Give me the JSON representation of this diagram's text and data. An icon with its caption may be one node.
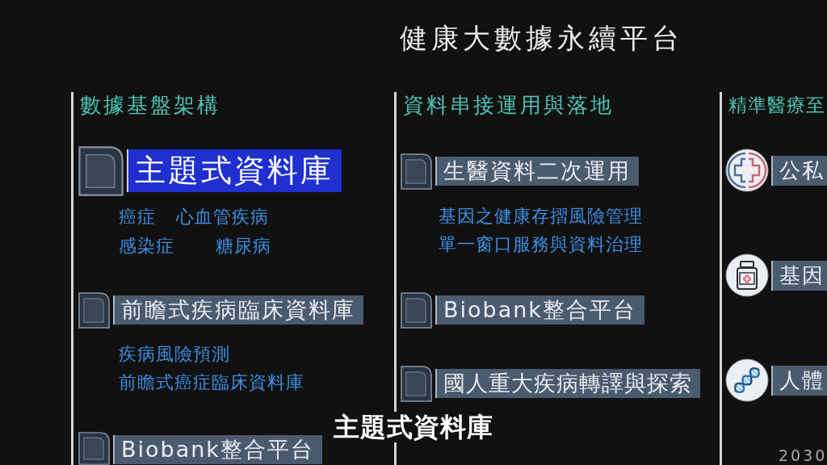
{
  "diagram": {
    "title": "健康大數據永續平台",
    "nodes": [
      {
        "text": [
          "數據基盤架構"
        ]
      },
      {
        "text": [
          "主題式資料庫"
        ],
        "in": 0,
        "beside": [
          "癌症",
          "心血管疾病",
          "感染症",
          "糖尿病"
        ]
      },
      {
        "text": [
          "前瞻式疾病臨床資料庫"
        ],
        "in": 0,
        "beside": [
          "疾病風險預測",
          "前瞻式癌症臨床資料庫"
        ]
      },
      {
        "text": [
          "Biobank整合平台"
        ],
        "in": 0
      },
      {
        "text": [
          "資料串接運用與落地"
        ]
      },
      {
        "text": [
          "生醫資料二次運用"
        ],
        "in": 4,
        "beside": [
          "基因之健康存摺風險管理",
          "單一窗口服務與資料治理"
        ]
      },
      {
        "text": [
          "Biobank整合平台"
        ],
        "in": 4
      },
      {
        "text": [
          "國人重大疾病轉譯與探索"
        ],
        "in": 4
      },
      {
        "text": [
          "精準醫療至"
        ]
      },
      {
        "text": [
          "公私"
        ],
        "in": 8
      },
      {
        "text": [
          "基因"
        ],
        "in": 8
      },
      {
        "text": [
          "人體"
        ],
        "in": 8
      }
    ],
    "labels": [
      "主題式資料庫",
      "2030"
    ]
  }
}
